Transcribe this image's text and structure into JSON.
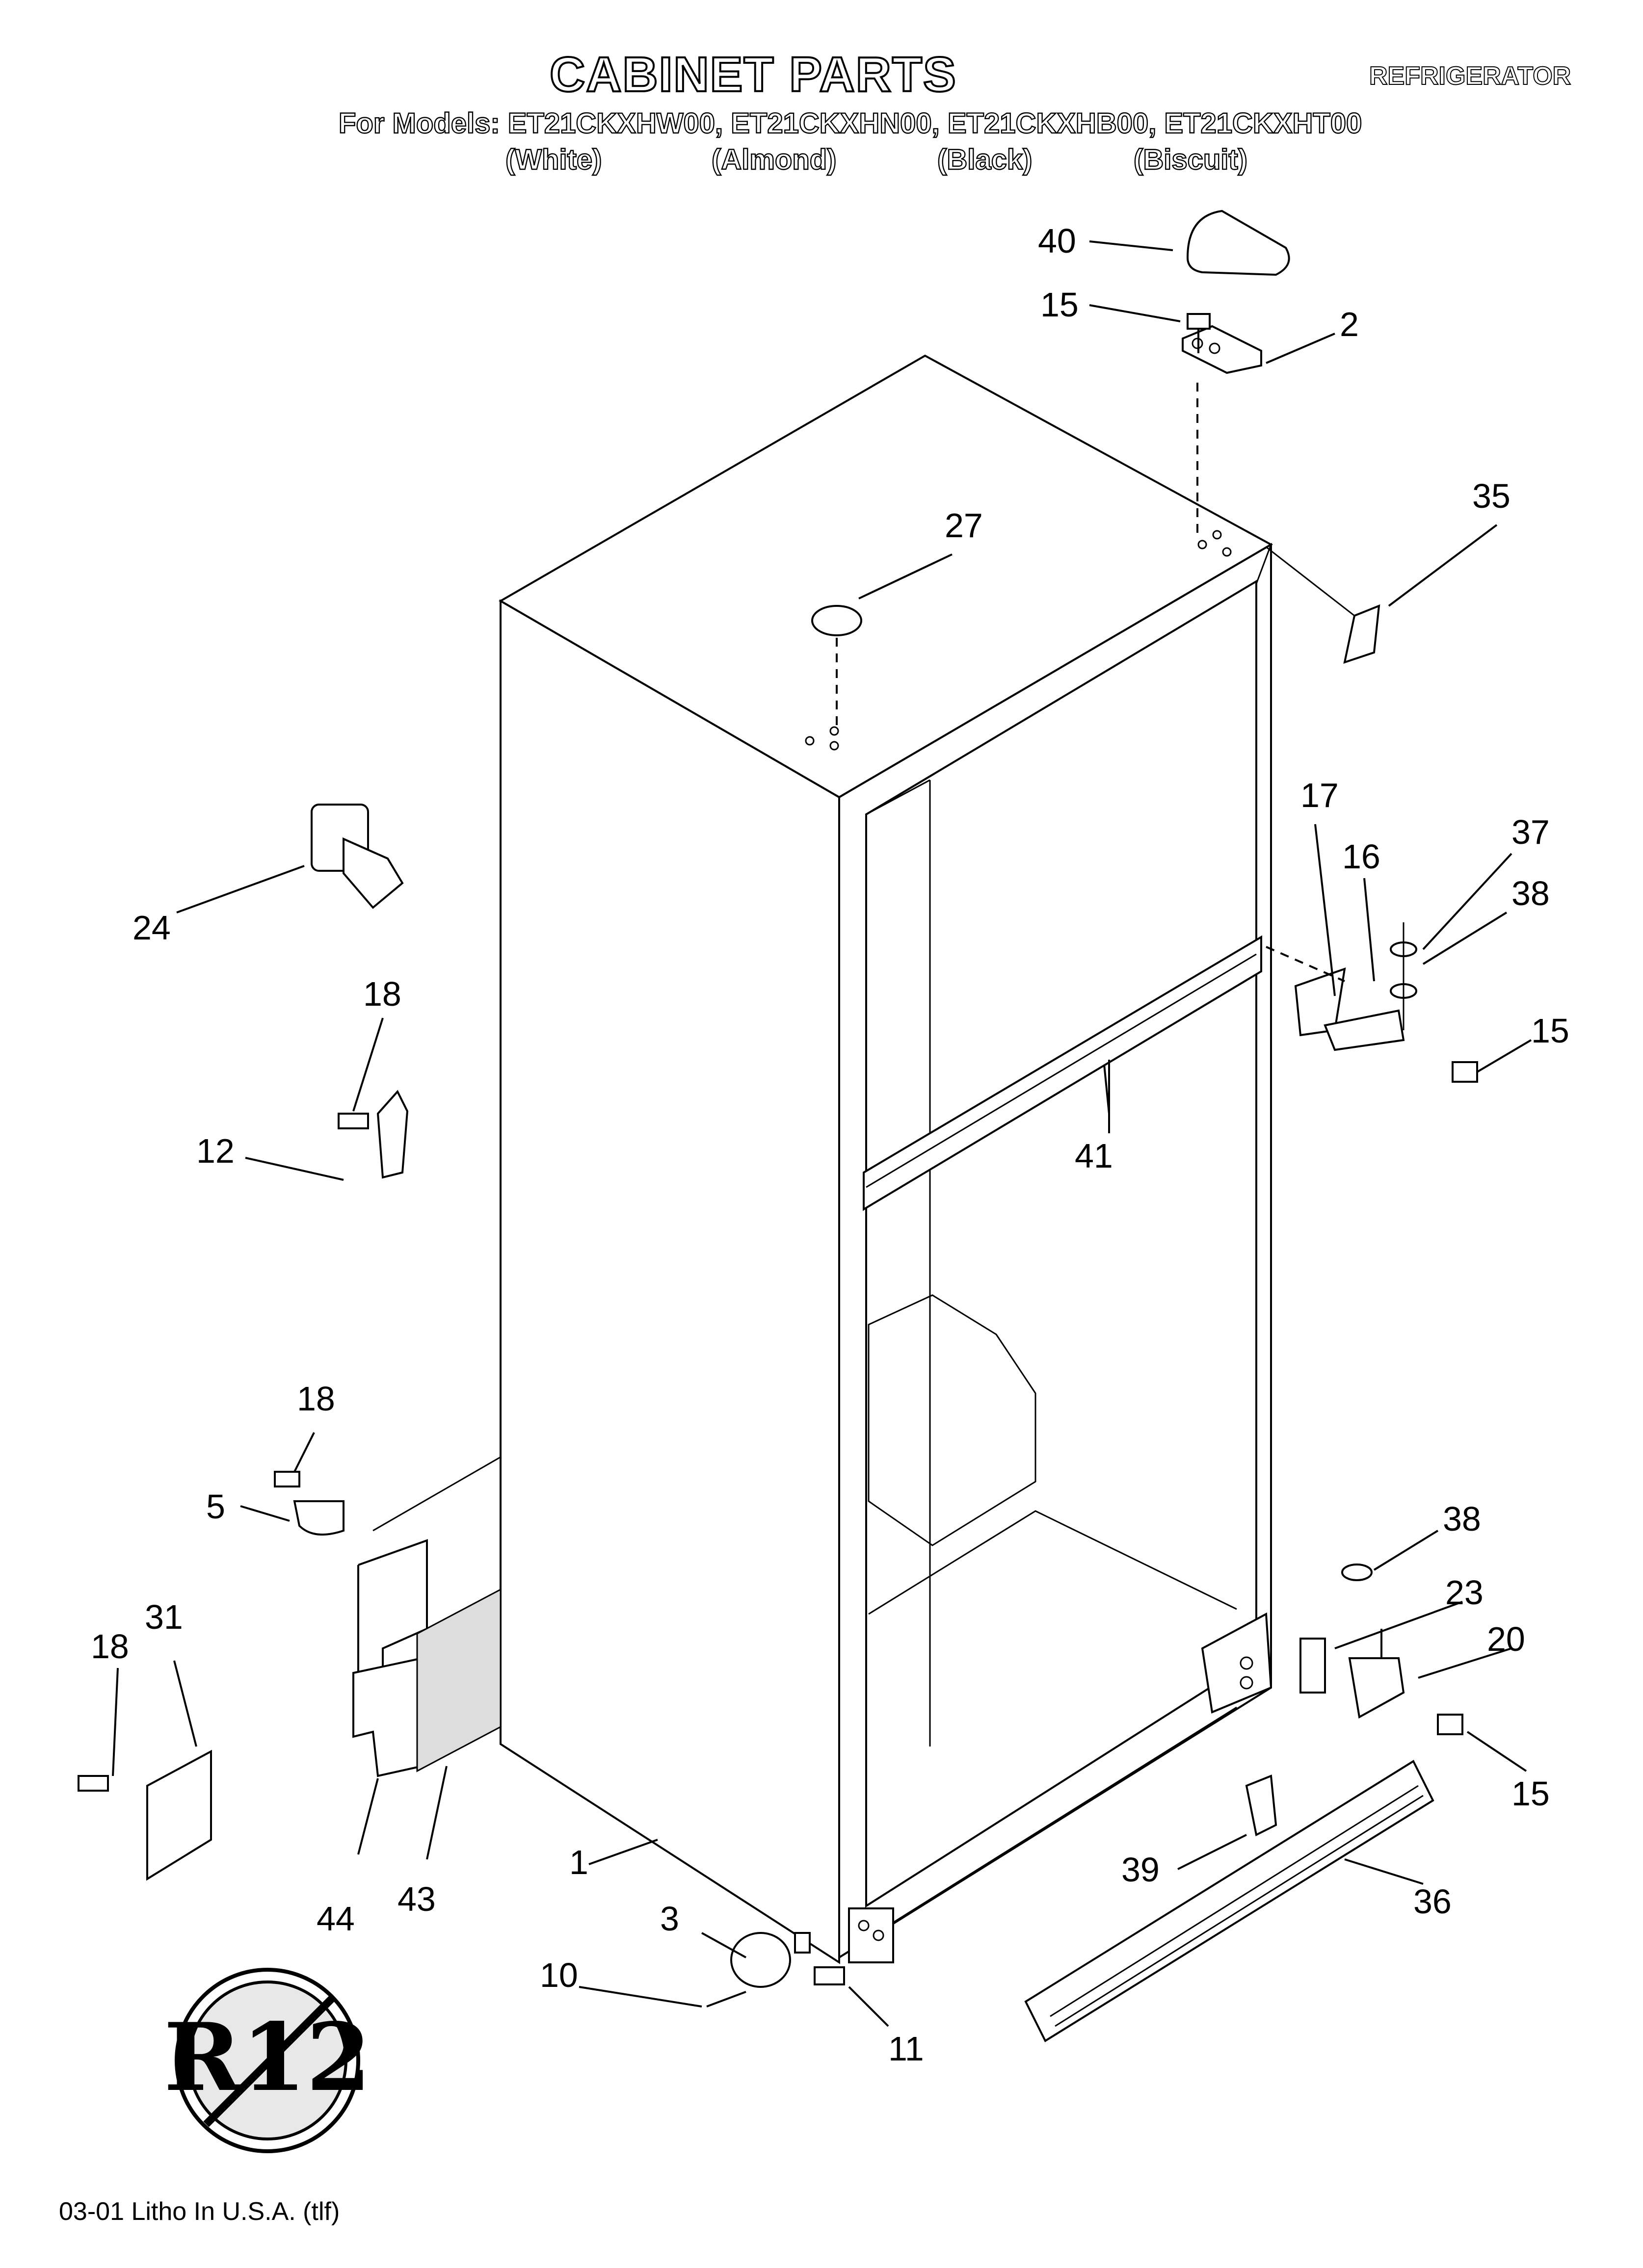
{
  "header": {
    "title": "CABINET PARTS",
    "models_line": "For Models: ET21CKXHW00, ET21CKXHN00, ET21CKXHB00, ET21CKXHT00",
    "colors": [
      "(White)",
      "(Almond)",
      "(Black)",
      "(Biscuit)"
    ],
    "category": "REFRIGERATOR"
  },
  "callouts": {
    "c1": "1",
    "c2": "2",
    "c3": "3",
    "c5": "5",
    "c10": "10",
    "c11": "11",
    "c12": "12",
    "c15a": "15",
    "c15b": "15",
    "c15c": "15",
    "c16": "16",
    "c17": "17",
    "c18a": "18",
    "c18b": "18",
    "c18c": "18",
    "c20": "20",
    "c23": "23",
    "c24": "24",
    "c27": "27",
    "c31": "31",
    "c35": "35",
    "c36": "36",
    "c37": "37",
    "c38a": "38",
    "c38b": "38",
    "c39": "39",
    "c40": "40",
    "c41": "41",
    "c43": "43",
    "c44": "44"
  },
  "emblem_text": "R12",
  "footer": "03-01 Litho In U.S.A. (tlf)",
  "colors": {
    "ink": "#000000",
    "paper": "#ffffff"
  }
}
